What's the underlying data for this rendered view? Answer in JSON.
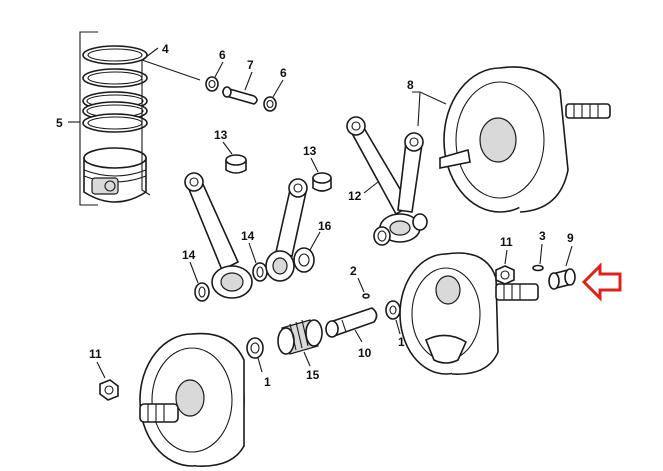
{
  "callouts": {
    "c1a": "1",
    "c1b": "1",
    "c2": "2",
    "c3": "3",
    "c4": "4",
    "c5": "5",
    "c6a": "6",
    "c6b": "6",
    "c7": "7",
    "c8": "8",
    "c9": "9",
    "c10": "10",
    "c11a": "11",
    "c11b": "11",
    "c12": "12",
    "c13a": "13",
    "c13b": "13",
    "c14a": "14",
    "c14b": "14",
    "c15": "15",
    "c16": "16"
  },
  "colors": {
    "highlight_arrow": "#e0211b",
    "line": "#1a1a1a"
  }
}
